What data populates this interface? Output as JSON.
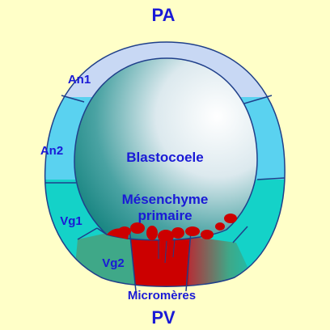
{
  "title_top": "PA",
  "title_bottom": "PV",
  "labels": {
    "an1": "An1",
    "an2": "An2",
    "vg1": "Vg1",
    "vg2": "Vg2",
    "blastocoele": "Blastocoele",
    "mesenchyme_line1": "Mésenchyme",
    "mesenchyme_line2": "primaire",
    "micromeres": "Micromères"
  },
  "colors": {
    "background": "#ffffc8",
    "an1": "#c8d8f4",
    "an2": "#5ad2f0",
    "vg1": "#14d2c8",
    "vg2": "#3fa888",
    "micromeres": "#cc0000",
    "outline": "#1f3f8a",
    "text": "#1a1ad6"
  }
}
